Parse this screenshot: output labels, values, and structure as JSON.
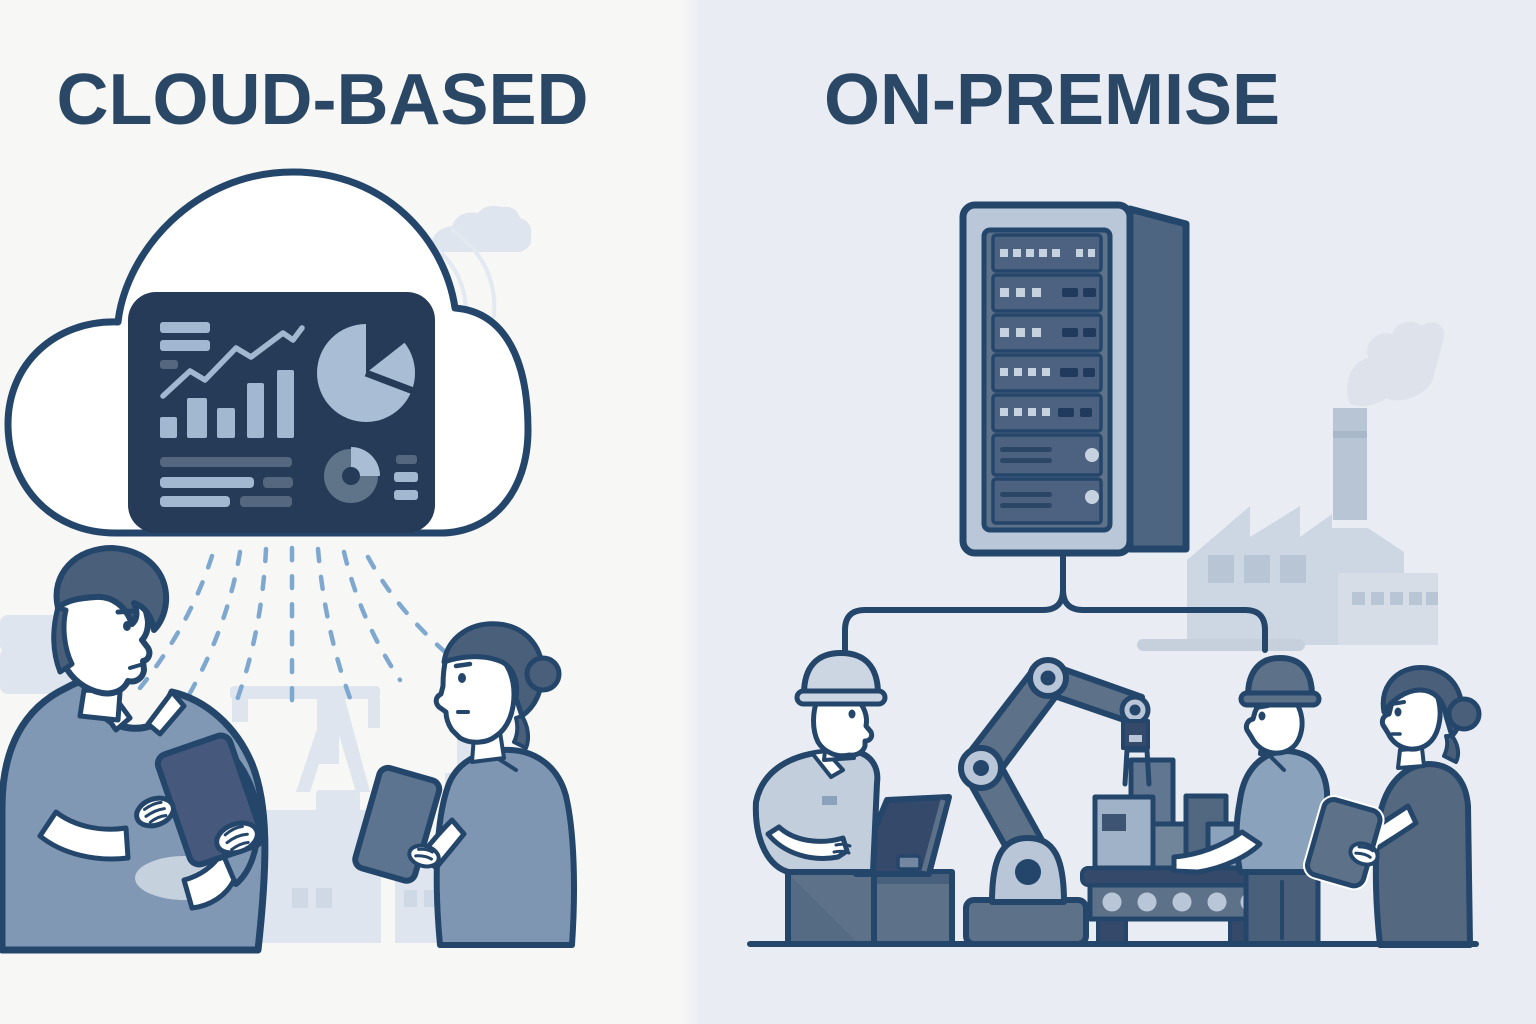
{
  "titles": {
    "left": "CLOUD-BASED",
    "right": "ON-PREMISE"
  },
  "colors": {
    "bg-left": "#f7f7f5",
    "bg-right": "#e9edf3",
    "ink": "#24466b",
    "title": "#2b4766",
    "white": "#ffffff",
    "hair": "#4a5f7a",
    "shirt-man": "#8098b4",
    "shirt-woman": "#7e96b2",
    "tablet-dark": "#46597c",
    "tablet-mid": "#5d7490",
    "panel-navy": "#263b58",
    "chart-light": "#a2b8d0",
    "chart-mid": "#54677e",
    "pie-light": "#a9bed5",
    "donut-mid": "#5f7489",
    "dash-blue": "#7fa8d0",
    "silhouette": "#dee5ee",
    "silhouette-window": "#cfd9e5",
    "faint-line": "#e3e9f1",
    "factory-light": "#cdd7e3",
    "factory-mid": "#b8c5d4",
    "factory-annex": "#d6dde7",
    "chimney-band": "#a9b8c9",
    "road-light": "#c6d0dd",
    "smoke": "#d9dfe8",
    "rack-light": "#bac7d8",
    "rack-side": "#4e6582",
    "rack-panel": "#5e7289",
    "slot-dark": "#4c6280",
    "led-light": "#c7d2e0",
    "led-dark": "#1f3a5c",
    "slot-line": "#2c4766",
    "machine-mid": "#5d7288",
    "machine-dark": "#35496b",
    "joint-light": "#b9c6d8",
    "shirt-light": "#c3cedd",
    "shirt-mid": "#8ba2bc",
    "pants-dark": "#4a5f7a",
    "shirt-dark": "#54687f",
    "hat-light": "#ccd6e2",
    "desk-shade": "#4e6480",
    "desk-strip": "#49607c",
    "console-pad": "#7388a0",
    "box-light": "#9fb2c8",
    "box-mid": "#607691",
    "box-mid2": "#708599",
    "box-dark": "#526880",
    "box-patch": "#3d5472",
    "shade-light": "#c6d1de"
  },
  "left_scene": {
    "name": "cloud-based",
    "elements": [
      "cloud-icon",
      "analytics-dashboard",
      "bar-chart-icon",
      "line-chart-icon",
      "pie-chart-icon",
      "donut-chart-icon",
      "sync-dashed-lines",
      "man-with-tablet",
      "woman-with-tablet",
      "city-crane-silhouette"
    ]
  },
  "right_scene": {
    "name": "on-premise",
    "elements": [
      "server-rack-icon",
      "network-connector-line",
      "operator-console",
      "hard-hat-operator",
      "robotic-arm-icon",
      "conveyor-belt-icon",
      "cargo-boxes",
      "hard-hat-conveyor-worker",
      "supervisor-with-tablet",
      "factory-silhouette"
    ]
  }
}
